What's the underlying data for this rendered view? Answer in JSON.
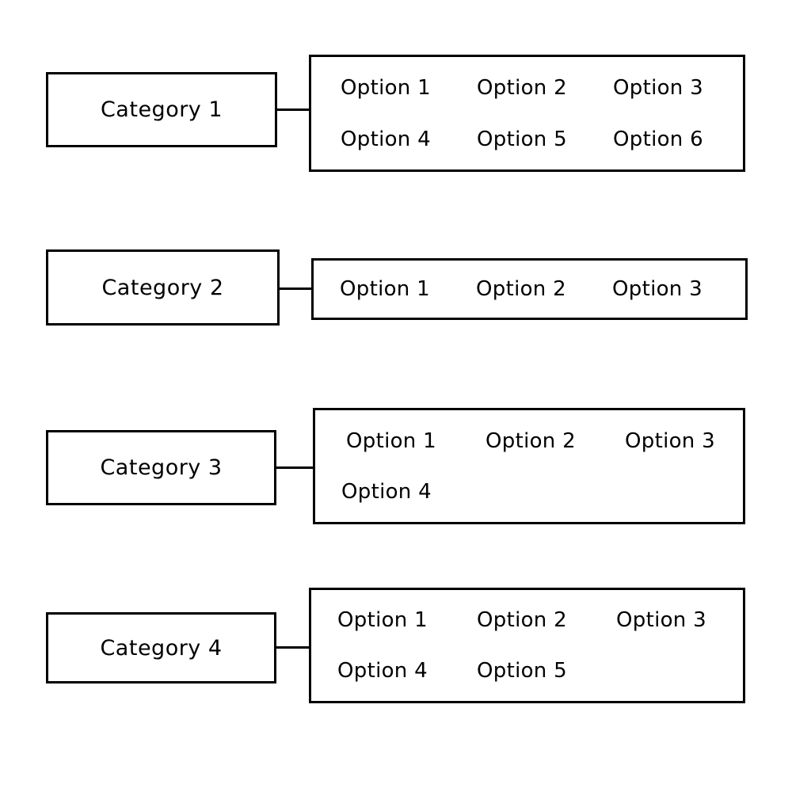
{
  "diagram": {
    "background_color": "#ffffff",
    "stroke_color": "#000000",
    "text_color": "#000000",
    "rows": [
      {
        "category": "Category 1",
        "option_lines": [
          [
            "Option 1",
            "Option 2",
            "Option 3"
          ],
          [
            "Option 4",
            "Option 5",
            "Option 6"
          ]
        ]
      },
      {
        "category": "Category 2",
        "option_lines": [
          [
            "Option 1",
            "Option 2",
            "Option 3"
          ]
        ]
      },
      {
        "category": "Category 3",
        "option_lines": [
          [
            "Option 1",
            "Option 2",
            "Option 3"
          ],
          [
            "Option 4"
          ]
        ]
      },
      {
        "category": "Category 4",
        "option_lines": [
          [
            "Option 1",
            "Option 2",
            "Option 3"
          ],
          [
            "Option 4",
            "Option 5"
          ]
        ]
      }
    ]
  }
}
